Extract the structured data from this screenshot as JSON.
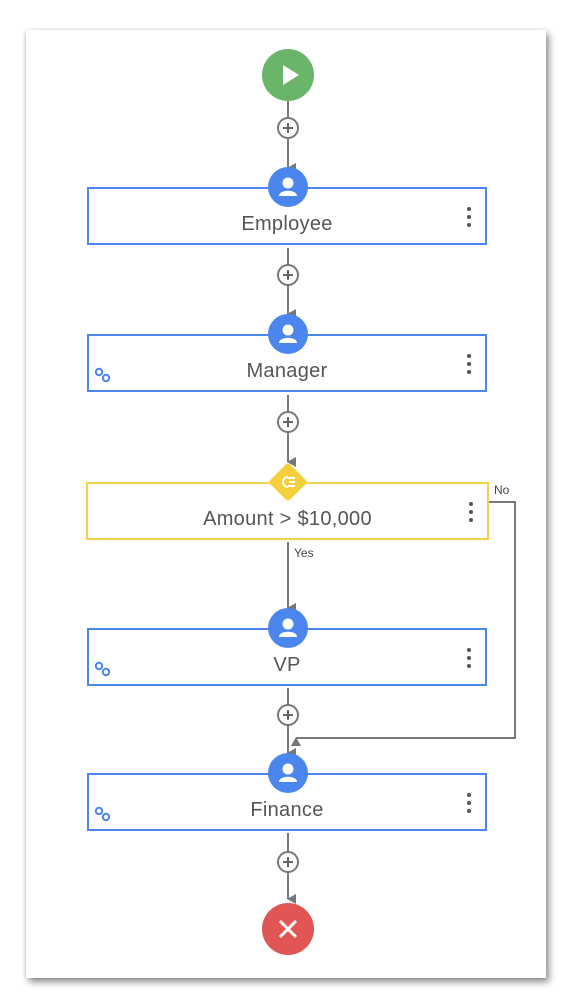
{
  "workflow": {
    "start": {
      "icon": "play-icon"
    },
    "end": {
      "icon": "close-icon"
    },
    "steps": [
      {
        "label": "Employee",
        "icon": "user-icon",
        "linked": false
      },
      {
        "label": "Manager",
        "icon": "user-icon",
        "linked": true
      },
      {
        "label": "Amount > $10,000",
        "icon": "condition-icon",
        "type": "condition"
      },
      {
        "label": "VP",
        "icon": "user-icon",
        "linked": true
      },
      {
        "label": "Finance",
        "icon": "user-icon",
        "linked": true
      }
    ],
    "branch": {
      "yes_label": "Yes",
      "no_label": "No"
    }
  },
  "colors": {
    "step_border": "#4b86ea",
    "condition_border": "#f6d24a",
    "start": "#6bb56a",
    "end": "#e15554",
    "connector": "#777777"
  }
}
